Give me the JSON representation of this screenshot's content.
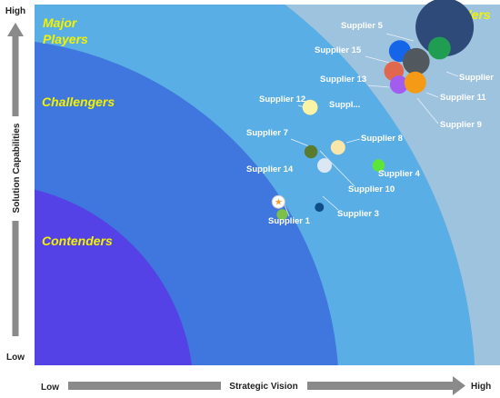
{
  "chart_data": {
    "type": "scatter",
    "subtype": "bubble-quadrant",
    "title": "",
    "xlabel": "Strategic Vision",
    "ylabel": "Solution Capabilities",
    "x_axis_ends": {
      "low": "Low",
      "high": "High"
    },
    "y_axis_ends": {
      "low": "Low",
      "high": "High"
    },
    "xlim": [
      0,
      100
    ],
    "ylim": [
      0,
      100
    ],
    "grid": false,
    "zones": [
      {
        "name": "Contenders",
        "label": "Contenders",
        "color": "#5442e6"
      },
      {
        "name": "Challengers",
        "label": "Challengers",
        "color": "#3f77de"
      },
      {
        "name": "Major Players",
        "label": "Major\nPlayers",
        "color": "#5aaee6"
      },
      {
        "name": "Leaders",
        "label": "Leaders",
        "color": "#9ec3de"
      }
    ],
    "points": [
      {
        "label": "Supplier 5",
        "x": 88.1,
        "y": 93.7,
        "size": 16.0,
        "color": "#2e4a78"
      },
      {
        "label": "Supplier 15",
        "x": 78.5,
        "y": 87.1,
        "size": 6.0,
        "color": "#1565e8"
      },
      {
        "label": "Supplier",
        "x": 87.0,
        "y": 87.9,
        "size": 6.2,
        "color": "#1f9e52"
      },
      {
        "label": "Supplier 13",
        "x": 77.2,
        "y": 81.5,
        "size": 5.4,
        "color": "#e0684f"
      },
      {
        "label": "",
        "x": 82.0,
        "y": 84.2,
        "size": 7.4,
        "color": "#51595e"
      },
      {
        "label": "Suppl...",
        "x": 78.3,
        "y": 77.8,
        "size": 5.0,
        "color": "#a25cf0"
      },
      {
        "label": "Supplier 11",
        "x": 81.8,
        "y": 78.4,
        "size": 6.0,
        "color": "#f59a16"
      },
      {
        "label": "Supplier 9",
        "x": 81.8,
        "y": 78.4,
        "size": 0,
        "color": "#f59a16"
      },
      {
        "label": "Supplier 12",
        "x": 59.2,
        "y": 71.5,
        "size": 4.2,
        "color": "#fbf4a4"
      },
      {
        "label": "Supplier 7",
        "x": 59.4,
        "y": 59.2,
        "size": 3.6,
        "color": "#5b7a2e"
      },
      {
        "label": "Supplier 8",
        "x": 65.2,
        "y": 60.4,
        "size": 4.0,
        "color": "#fbe6aa"
      },
      {
        "label": "",
        "x": 62.3,
        "y": 55.4,
        "size": 4.0,
        "color": "#dde7f3"
      },
      {
        "label": "Supplier 4",
        "x": 73.9,
        "y": 55.4,
        "size": 3.4,
        "color": "#5ce639"
      },
      {
        "label": "Supplier 10",
        "x": 62.3,
        "y": 55.4,
        "size": 0,
        "color": "#dde7f3"
      },
      {
        "label": "Supplier 14",
        "x": 52.4,
        "y": 45.3,
        "size": 3.5,
        "color": "#ffffff",
        "marker": "star"
      },
      {
        "label": "Supplier 1",
        "x": 53.2,
        "y": 41.8,
        "size": 3.0,
        "color": "#7cc04a"
      },
      {
        "label": "Supplier 3",
        "x": 61.2,
        "y": 43.8,
        "size": 2.5,
        "color": "#0f4d86"
      }
    ],
    "colors": {
      "axis_arrow": "#8a8a8a",
      "zone_text": "#f2f200",
      "label_text": "#ffffff",
      "star": "#f0a030"
    }
  }
}
